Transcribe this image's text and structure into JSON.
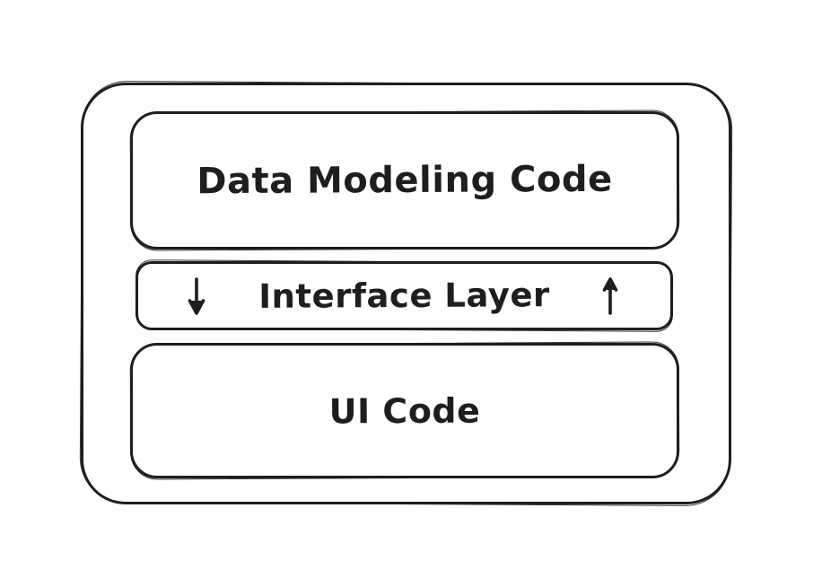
{
  "diagram": {
    "background_color": "#ffffff",
    "stroke_color": "#1e1e1e",
    "text_color": "#1e1e1e",
    "outer_box": {
      "name": "outer-container-box"
    },
    "boxes": [
      {
        "name": "data-modeling-box",
        "label": "Data Modeling Code"
      },
      {
        "name": "interface-layer-box",
        "label": "Interface Layer",
        "left_icon": "down-arrow-icon",
        "right_icon": "up-arrow-icon"
      },
      {
        "name": "ui-code-box",
        "label": "UI Code"
      }
    ]
  }
}
